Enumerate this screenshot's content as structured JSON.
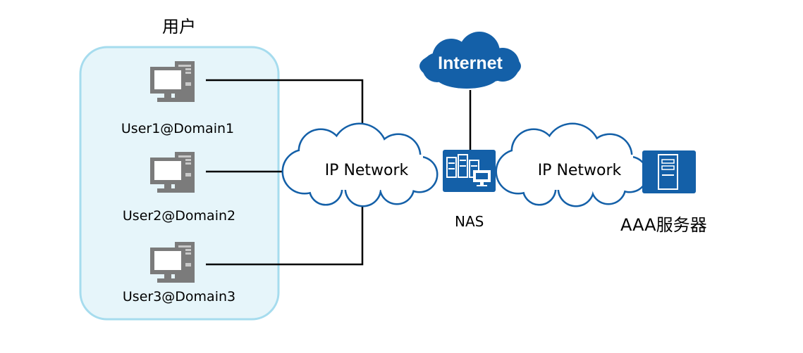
{
  "group": {
    "title": "用户"
  },
  "users": [
    {
      "label": "User1@Domain1"
    },
    {
      "label": "User2@Domain2"
    },
    {
      "label": "User3@Domain3"
    }
  ],
  "clouds": {
    "internet": "Internet",
    "ip_network_left": "IP Network",
    "ip_network_right": "IP Network"
  },
  "devices": {
    "nas": "NAS",
    "aaa": "AAA服务器"
  },
  "colors": {
    "brand_blue": "#1460a8",
    "group_fill": "#e6f5fa",
    "group_border": "#a6dcee",
    "pc_gray": "#7b7b7b",
    "line": "#000000"
  },
  "icons": {
    "pc": "desktop-pc-icon",
    "nas": "nas-device-icon",
    "aaa": "server-icon",
    "cloud": "cloud-icon"
  }
}
